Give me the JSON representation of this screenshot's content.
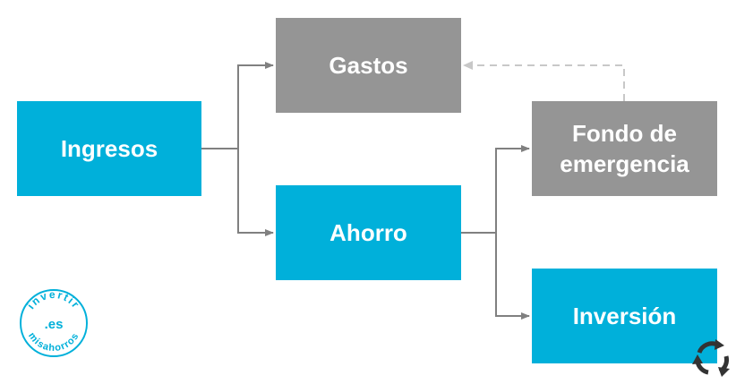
{
  "nodes": {
    "ingresos": "Ingresos",
    "gastos": "Gastos",
    "ahorro": "Ahorro",
    "fondo_line1": "Fondo de",
    "fondo_line2": "emergencia",
    "inversion": "Inversión"
  },
  "logo": {
    "top_text": "invertir",
    "center_text": ".es",
    "bottom_text": "misahorros"
  },
  "colors": {
    "blue": "#00b0da",
    "gray": "#959595",
    "connector": "#808080",
    "dashed": "#c8c8c8"
  },
  "icons": {
    "logo": "invertirmisahorros-logo",
    "corner": "cycle-arrows-icon"
  }
}
